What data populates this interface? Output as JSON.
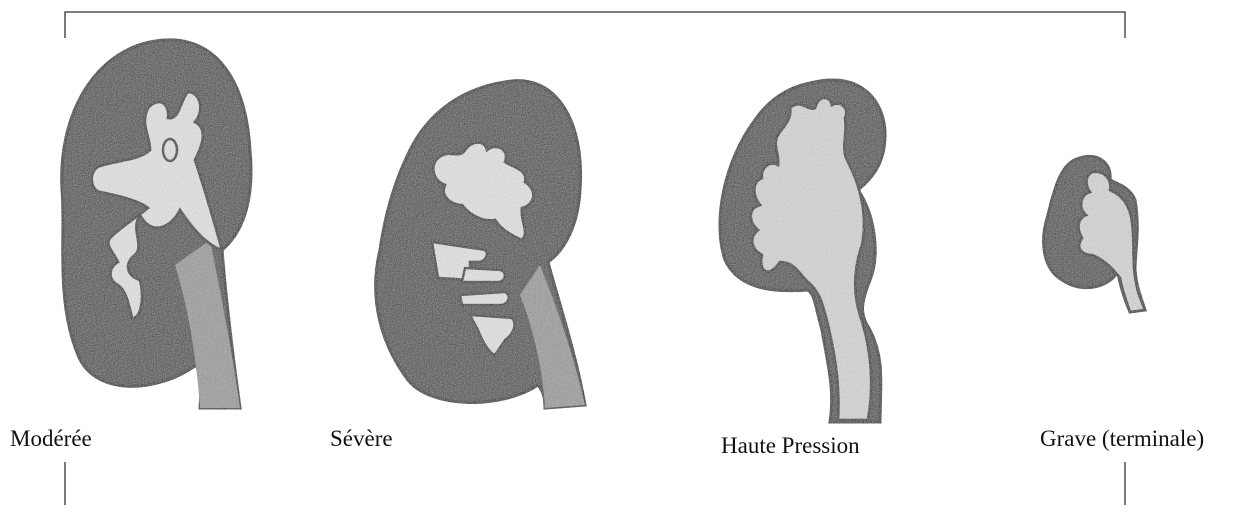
{
  "figure": {
    "stages": [
      {
        "id": "moderee",
        "label": "Modérée"
      },
      {
        "id": "severe",
        "label": "Sévère"
      },
      {
        "id": "haute-pression",
        "label": "Haute Pression"
      },
      {
        "id": "grave",
        "label": "Grave (terminale)"
      }
    ],
    "colors": {
      "outline": "#111111",
      "cortex": "#3f3f3f",
      "renal_pelvis_fill": "#e6e6e6",
      "ureter_fill": "#9a9a9a",
      "bracket": "#333333"
    }
  }
}
